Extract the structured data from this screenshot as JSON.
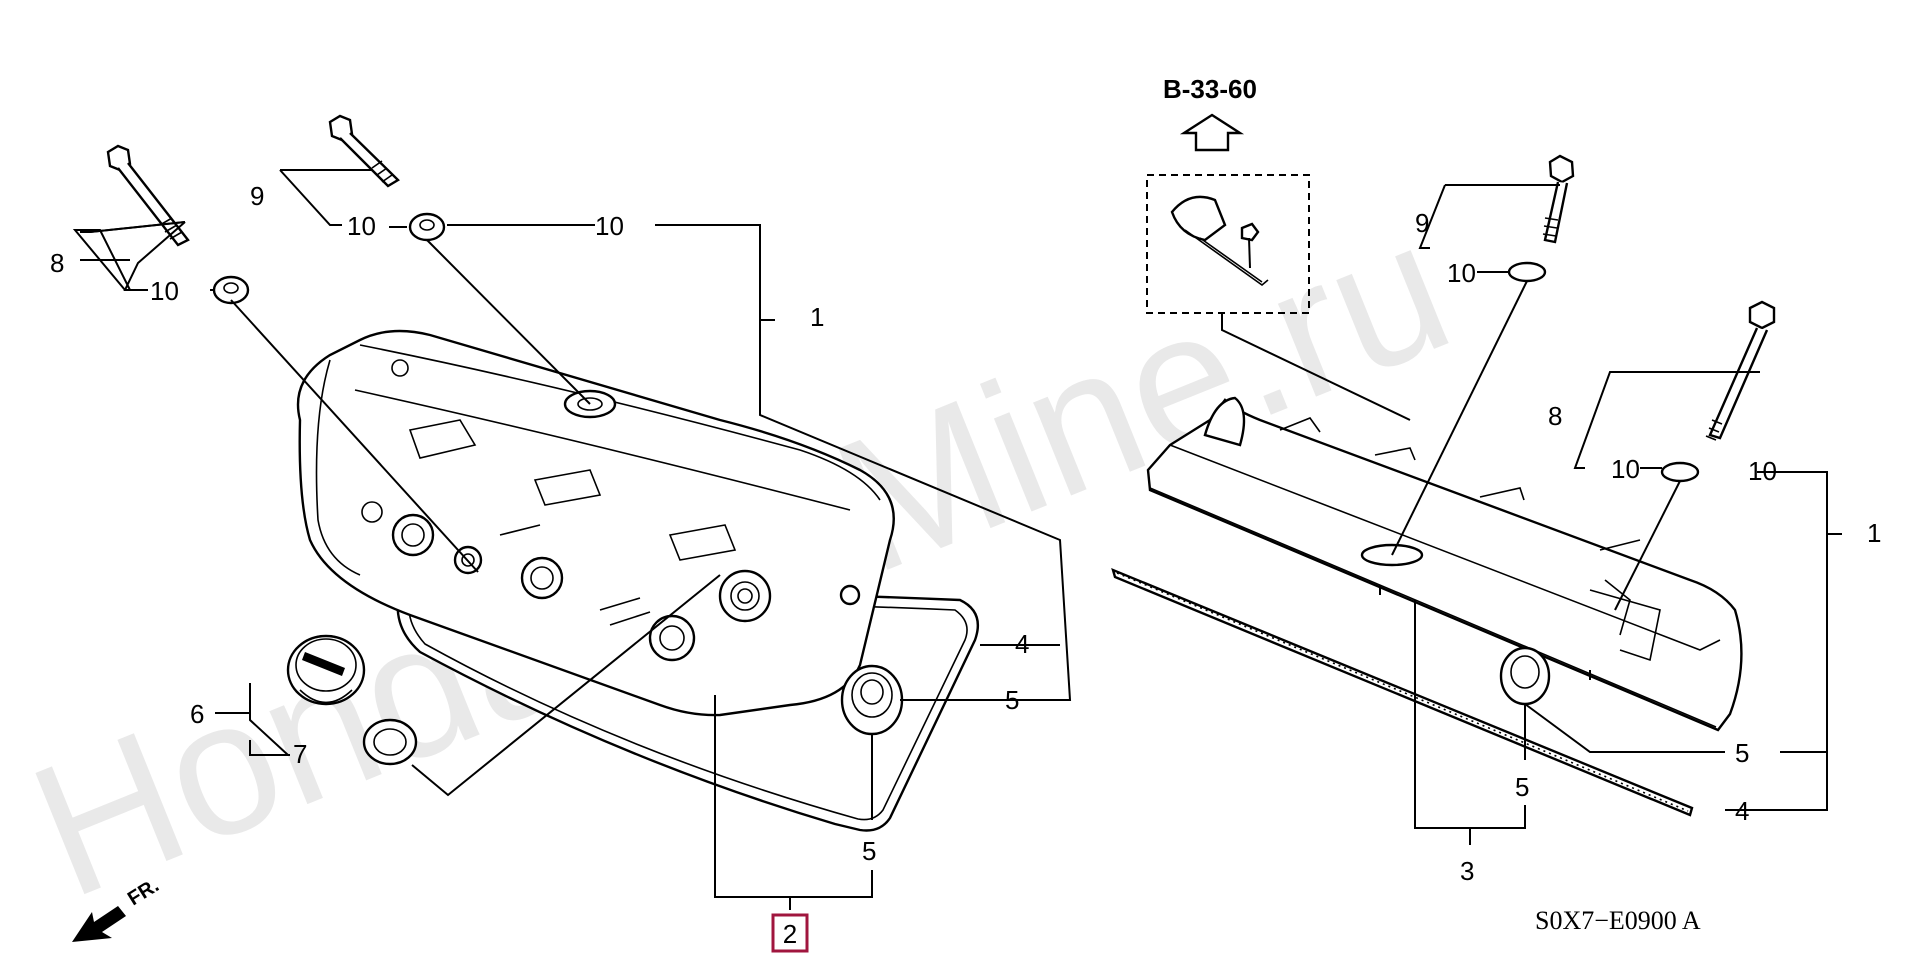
{
  "watermark": "HondaCarMine.ru",
  "reference": {
    "label": "B-33-60"
  },
  "front_indicator": {
    "label": "FR."
  },
  "diagram_code": "S0X7−E0900 A",
  "highlighted_part": {
    "number": "2",
    "color": "#a0153e"
  },
  "left_assembly": {
    "callouts": {
      "bolt_long": "8",
      "washer_long": "10",
      "bolt_short": "9",
      "washer_short": "10",
      "washer_top": "10",
      "cover": "1",
      "gasket": "4",
      "seal_a": "5",
      "seal_b": "5",
      "cap": "6",
      "cap_gasket": "7"
    }
  },
  "right_assembly": {
    "callouts": {
      "bolt_short": "9",
      "washer_short": "10",
      "bolt_long": "8",
      "washer_long": "10",
      "washer_right": "10",
      "cover": "1",
      "seal_a": "5",
      "seal_b": "5",
      "gasket": "4",
      "group": "3"
    }
  }
}
